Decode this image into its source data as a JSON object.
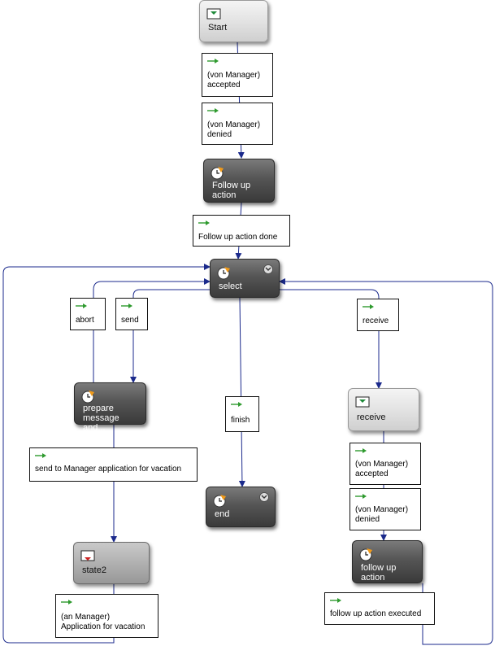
{
  "states": {
    "start": "Start",
    "follow_up_action": "Follow up\naction",
    "select": "select",
    "prepare": "prepare\nmessage and...",
    "state2": "state2",
    "end": "end",
    "receive": "receive",
    "follow_up_action2": "follow up action"
  },
  "guards": {
    "accepted_top": "(von  Manager)\naccepted",
    "denied_top": "(von  Manager)\ndenied",
    "follow_up_done": "Follow up action done",
    "abort": "abort",
    "send": "send",
    "receive": "receive",
    "finish": "finish",
    "send_to_manager": "send to Manager application for vacation",
    "accepted_right": "(von  Manager)\naccepted",
    "denied_right": "(von  Manager)\ndenied",
    "an_manager": "(an  Manager)\nApplication for vacation",
    "follow_up_executed": "follow up action executed"
  },
  "colors": {
    "edge": "#1b2a8c",
    "guard_arrow": "#2e9a2e",
    "clock_accent": "#f09a1a",
    "envelope_arrow_green": "#1f8a3a",
    "envelope_arrow_red": "#cc2020"
  },
  "icons": {
    "receive_state": "envelope-icon",
    "wait_state": "clock-icon",
    "send_state": "envelope-icon",
    "expand": "expand-icon",
    "guard": "green-arrow-icon"
  }
}
